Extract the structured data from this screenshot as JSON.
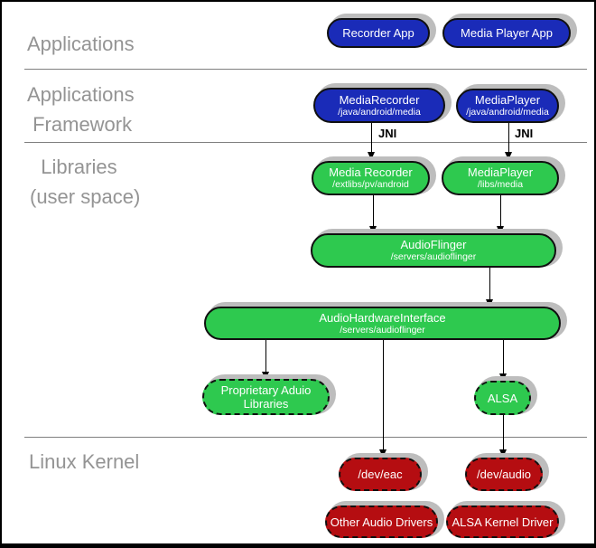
{
  "sections": {
    "applications": "Applications",
    "framework": "Applications\n Framework",
    "libraries": "  Libraries\n(user space)",
    "kernel": "Linux Kernel"
  },
  "connectors": {
    "jni1": "JNI",
    "jni2": "JNI"
  },
  "nodes": {
    "recorder_app": {
      "label": "Recorder App"
    },
    "media_player_app": {
      "label": "Media Player App"
    },
    "mediarecorder_fw": {
      "label": "MediaRecorder",
      "sublabel": "/java/android/media"
    },
    "mediaplayer_fw": {
      "label": "MediaPlayer",
      "sublabel": "/java/android/media"
    },
    "media_recorder_lib": {
      "label": "Media Recorder",
      "sublabel": "/extlibs/pv/android"
    },
    "mediaplayer_lib": {
      "label": "MediaPlayer",
      "sublabel": "/libs/media"
    },
    "audioflinger": {
      "label": "AudioFlinger",
      "sublabel": "/servers/audioflinger"
    },
    "audio_hardware_interface": {
      "label": "AudioHardwareInterface",
      "sublabel": "/servers/audioflinger"
    },
    "proprietary_audio_libraries": {
      "label": "Proprietary Aduio",
      "label2": "Libraries"
    },
    "alsa": {
      "label": "ALSA"
    },
    "dev_eac": {
      "label": "/dev/eac"
    },
    "dev_audio": {
      "label": "/dev/audio"
    },
    "other_audio_drivers": {
      "label": "Other Audio Drivers"
    },
    "alsa_kernel_driver": {
      "label": "ALSA Kernel Driver"
    }
  },
  "colors": {
    "app_blue": "#1a2bb8",
    "library_green": "#2ec94f",
    "kernel_red": "#b50d11",
    "section_label_gray": "#949494",
    "shadow_gray": "#bdbdbd",
    "divider_gray": "#7f7f7f"
  }
}
